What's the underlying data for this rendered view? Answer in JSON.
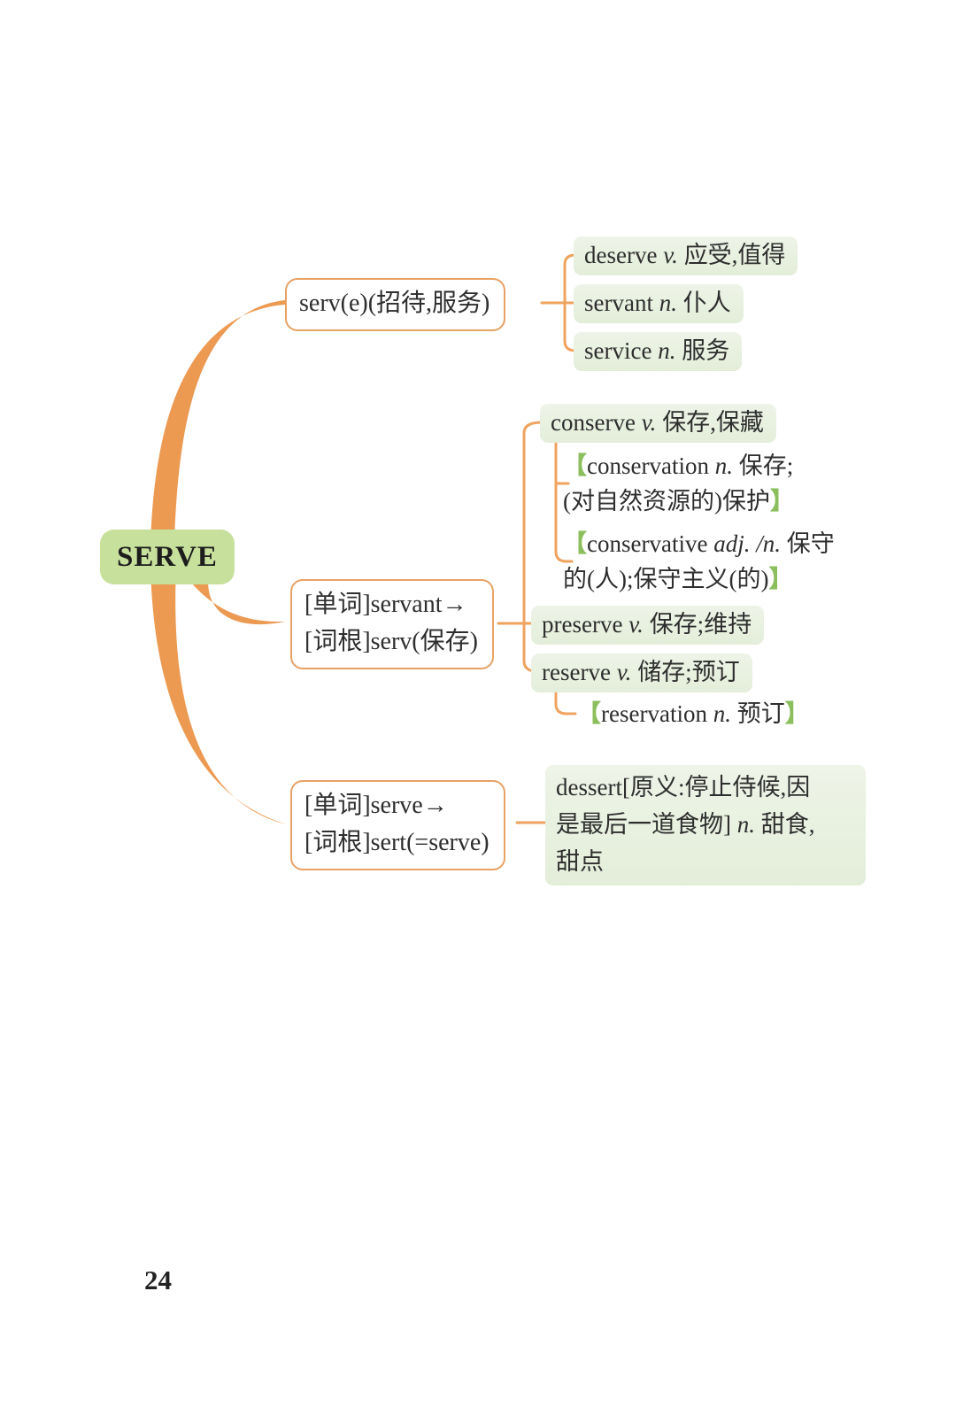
{
  "page_number": "24",
  "root": {
    "label": "SERVE"
  },
  "colors": {
    "branch-orange": "#EC9A52",
    "connector-orange": "#EFA35F",
    "box-border": "#E8A265",
    "node-green": "#C7E09C",
    "pill-green": "#E7F0DF",
    "bracket-green": "#8BBE5C",
    "text": "#2E2E2E"
  },
  "branch1": {
    "box_label": "serv(e)(招待,服务)",
    "children": [
      {
        "en": "deserve",
        "pos": "v.",
        "zh": "应受,值得"
      },
      {
        "en": "servant",
        "pos": "n.",
        "zh": "仆人"
      },
      {
        "en": "service",
        "pos": "n.",
        "zh": "服务"
      }
    ]
  },
  "branch2": {
    "box_line1": "[单词]servant→",
    "box_line2": "[词根]serv(保存)",
    "conserve": {
      "en": "conserve",
      "pos": "v.",
      "zh": "保存,保藏"
    },
    "conservation": {
      "open": "【",
      "en": "conservation",
      "pos": "n.",
      "zh_line1": "保存;",
      "zh_line2": "(对自然资源的)保护",
      "close": "】"
    },
    "conservative": {
      "open": "【",
      "en": "conservative",
      "pos": "adj. /n.",
      "zh_line1": "保守",
      "zh_line2": "的(人);保守主义(的)",
      "close": "】"
    },
    "preserve": {
      "en": "preserve",
      "pos": "v.",
      "zh": "保存;维持"
    },
    "reserve": {
      "en": "reserve",
      "pos": "v.",
      "zh": "储存;预订"
    },
    "reservation": {
      "open": "【",
      "en": "reservation",
      "pos": "n.",
      "zh": "预订",
      "close": "】"
    }
  },
  "branch3": {
    "box_line1": "[单词]serve→",
    "box_line2": "[词根]sert(=serve)",
    "dessert": {
      "line1": "dessert[原义:停止侍候,因",
      "line2_pre": "是最后一道食物] ",
      "pos": "n.",
      "line2_post": " 甜食,",
      "line3": "甜点"
    }
  }
}
